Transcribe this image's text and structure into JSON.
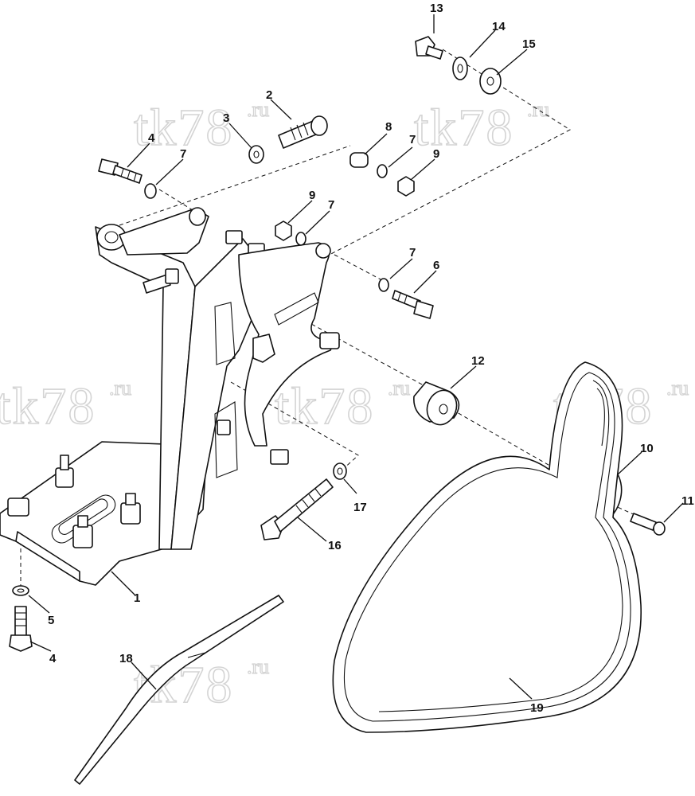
{
  "watermark": {
    "main": "tk78",
    "suffix": ".ru"
  },
  "callouts": {
    "c1": "1",
    "c2": "2",
    "c3": "3",
    "c4a": "4",
    "c4b": "4",
    "c5": "5",
    "c6": "6",
    "c7a": "7",
    "c7b": "7",
    "c7c": "7",
    "c7d": "7",
    "c8": "8",
    "c9a": "9",
    "c9b": "9",
    "c10": "10",
    "c11": "11",
    "c12": "12",
    "c13": "13",
    "c14": "14",
    "c15": "15",
    "c16": "16",
    "c17": "17",
    "c18": "18",
    "c19": "19"
  },
  "colors": {
    "line": "#111111",
    "watermark": "#d4d4d4",
    "background": "#ffffff"
  }
}
